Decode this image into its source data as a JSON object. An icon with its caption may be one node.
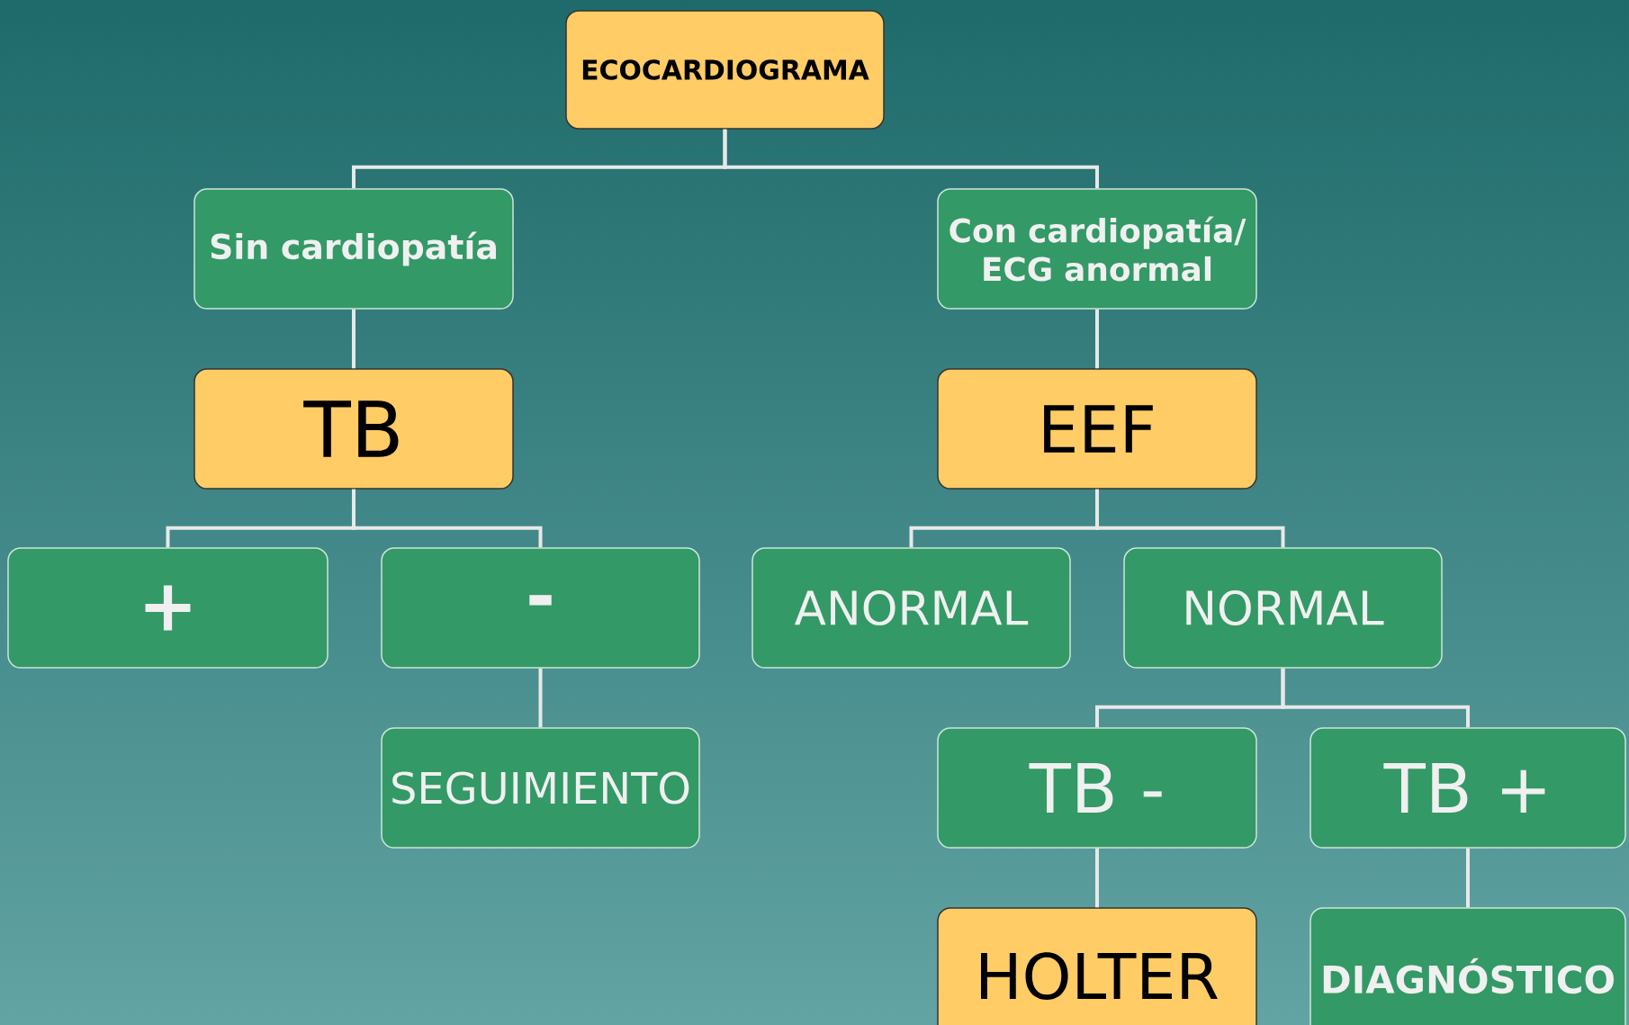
{
  "diagram": {
    "nodes": [
      {
        "text": [
          "ECOCARDIOGRAMA"
        ]
      },
      {
        "text": [
          "Sin cardiopatía"
        ]
      },
      {
        "text": [
          "Con cardiopatía/ ECG anormal"
        ]
      },
      {
        "text": [
          "TB"
        ]
      },
      {
        "text": [
          "EEF"
        ]
      },
      {
        "text": [
          "+"
        ]
      },
      {
        "text": [
          "-"
        ]
      },
      {
        "text": [
          "ANORMAL"
        ]
      },
      {
        "text": [
          "NORMAL"
        ]
      },
      {
        "text": [
          "SEGUIMIENTO"
        ]
      },
      {
        "text": [
          "TB -"
        ]
      },
      {
        "text": [
          "TB +"
        ]
      },
      {
        "text": [
          "HOLTER"
        ]
      },
      {
        "text": [
          "DIAGNÓSTICO"
        ]
      }
    ],
    "edges": [
      {
        "from": 0,
        "to": 1,
        "arrow": "none"
      },
      {
        "from": 0,
        "to": 2,
        "arrow": "none"
      },
      {
        "from": 1,
        "to": 3,
        "arrow": "none"
      },
      {
        "from": 2,
        "to": 4,
        "arrow": "none"
      },
      {
        "from": 3,
        "to": 5,
        "arrow": "none"
      },
      {
        "from": 3,
        "to": 6,
        "arrow": "none"
      },
      {
        "from": 4,
        "to": 7,
        "arrow": "none"
      },
      {
        "from": 4,
        "to": 8,
        "arrow": "none"
      },
      {
        "from": 6,
        "to": 9,
        "arrow": "none"
      },
      {
        "from": 8,
        "to": 10,
        "arrow": "none"
      },
      {
        "from": 8,
        "to": 11,
        "arrow": "none"
      },
      {
        "from": 10,
        "to": 12,
        "arrow": "none"
      },
      {
        "from": 11,
        "to": 13,
        "arrow": "none"
      }
    ]
  }
}
